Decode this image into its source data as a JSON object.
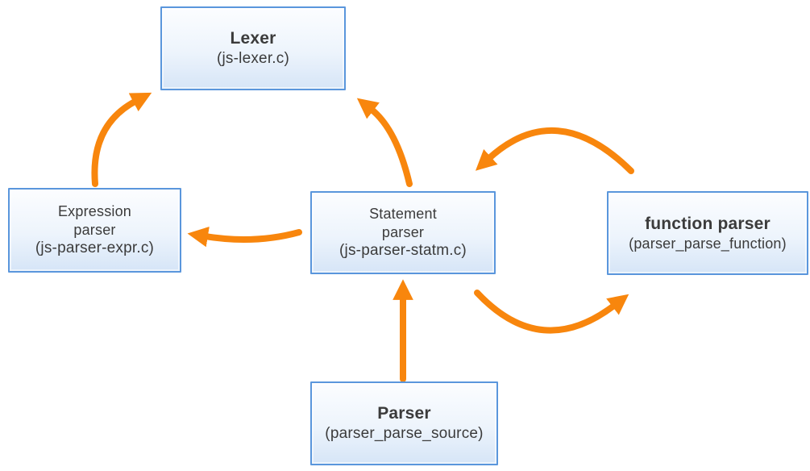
{
  "diagram": {
    "nodes": {
      "lexer": {
        "title": "Lexer",
        "subtitle": "(js-lexer.c)"
      },
      "expression_parser": {
        "title": "Expression\nparser",
        "subtitle": "(js-parser-expr.c)"
      },
      "statement_parser": {
        "title": "Statement\nparser",
        "subtitle": "(js-parser-statm.c)"
      },
      "function_parser": {
        "title": "function parser",
        "subtitle": "(parser_parse_function)"
      },
      "parser": {
        "title": "Parser",
        "subtitle": "(parser_parse_source)"
      }
    },
    "edges": [
      {
        "from": "expression_parser",
        "to": "lexer"
      },
      {
        "from": "statement_parser",
        "to": "lexer"
      },
      {
        "from": "statement_parser",
        "to": "expression_parser"
      },
      {
        "from": "function_parser",
        "to": "statement_parser"
      },
      {
        "from": "statement_parser",
        "to": "function_parser"
      },
      {
        "from": "parser",
        "to": "statement_parser"
      }
    ],
    "colors": {
      "arrow": "#F8860D",
      "node_border": "#5A96DC",
      "node_fill_top": "#FCFDFF",
      "node_fill_bottom": "#D6E5F7",
      "text": "#3B3B3B"
    }
  }
}
